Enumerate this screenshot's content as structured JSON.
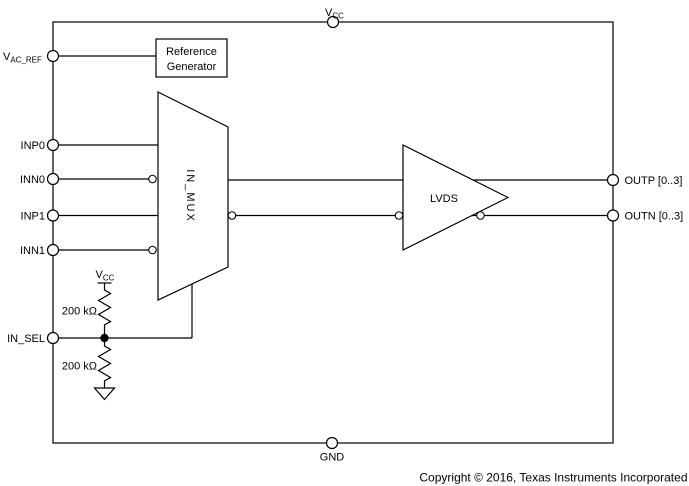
{
  "colors": {
    "line": "#000000",
    "background": "#ffffff",
    "text": "#000000"
  },
  "pins": {
    "vcc_top": {
      "main": "V",
      "sub": "CC"
    },
    "vac_ref": {
      "main": "V",
      "sub": "AC_REF"
    },
    "inp0": "INP0",
    "inn0": "INN0",
    "inp1": "INP1",
    "inn1": "INN1",
    "in_sel": "IN_SEL",
    "outp": "OUTP [0..3]",
    "outn": "OUTN [0..3]",
    "gnd": "GND"
  },
  "blocks": {
    "reference_generator": {
      "line1": "Reference",
      "line2": "Generator"
    },
    "mux": "IN_MUX",
    "lvds": "LVDS"
  },
  "pullup_network": {
    "rail": {
      "main": "V",
      "sub": "CC"
    },
    "r_top": "200 kΩ",
    "r_bottom": "200 kΩ"
  },
  "footer": {
    "copyright": "Copyright © 2016, Texas Instruments Incorporated"
  }
}
